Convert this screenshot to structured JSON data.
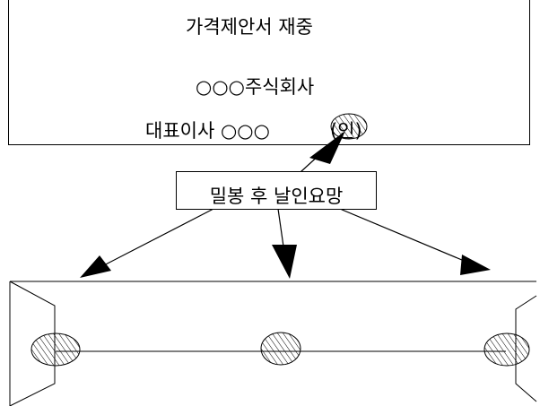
{
  "document": {
    "title": "가격제안서 재중",
    "company": "○○○주식회사",
    "representative": "대표이사 ○○○",
    "seal": "(인)"
  },
  "note": {
    "text": "밀봉 후 날인요망"
  }
}
